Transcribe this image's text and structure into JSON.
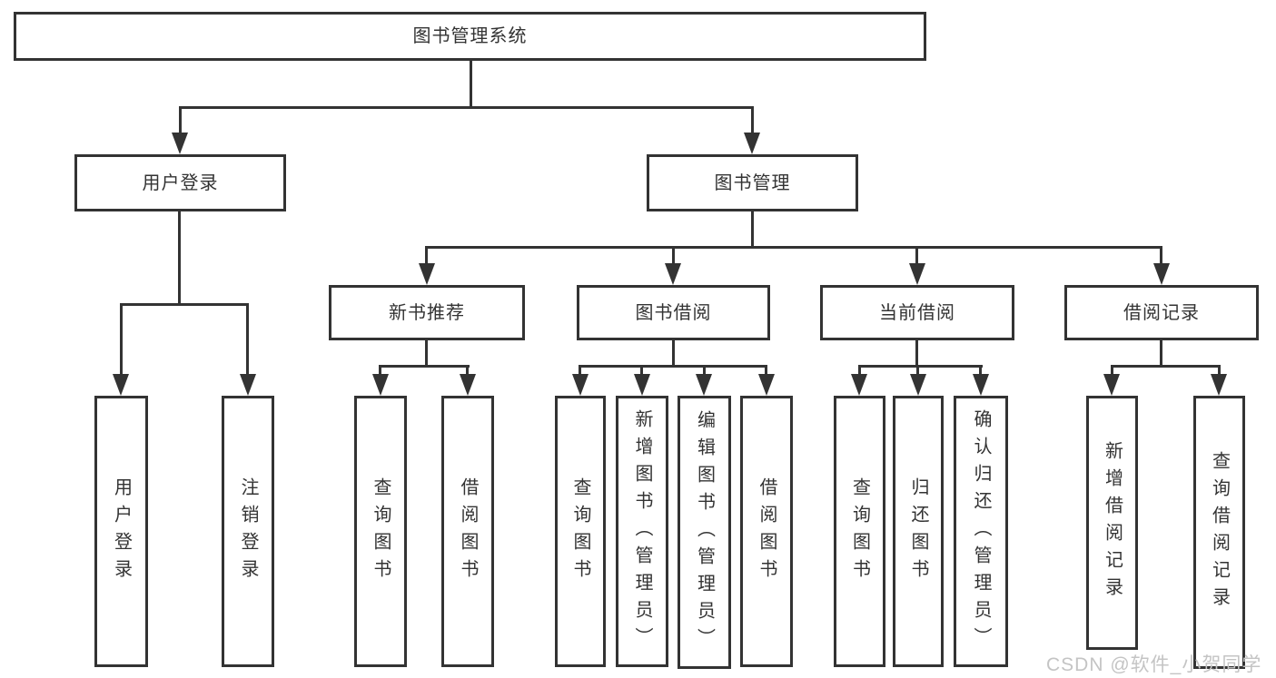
{
  "diagram": {
    "nodes": {
      "root": "图书管理系统",
      "user_login": "用户登录",
      "book_management": "图书管理",
      "new_book_recommend": "新书推荐",
      "book_borrow": "图书借阅",
      "current_borrow": "当前借阅",
      "borrow_records": "借阅记录"
    },
    "leaves": [
      {
        "label": "用户登录"
      },
      {
        "label": "注销登录"
      },
      {
        "label": "查询图书"
      },
      {
        "label": "借阅图书"
      },
      {
        "label": "查询图书"
      },
      {
        "label": "新增图书（管理员）"
      },
      {
        "label": "编辑图书（管理员）"
      },
      {
        "label": "借阅图书"
      },
      {
        "label": "查询图书"
      },
      {
        "label": "归还图书"
      },
      {
        "label": "确认归还（管理员）"
      },
      {
        "label": "新增借阅记录"
      },
      {
        "label": "查询借阅记录"
      }
    ],
    "watermark": "CSDN @软件_小贺同学",
    "colors": {
      "line": "#333333",
      "box_fill": "#ffffff",
      "text": "#333333",
      "watermark": "#c4c4c4",
      "background": "#ffffff"
    }
  }
}
